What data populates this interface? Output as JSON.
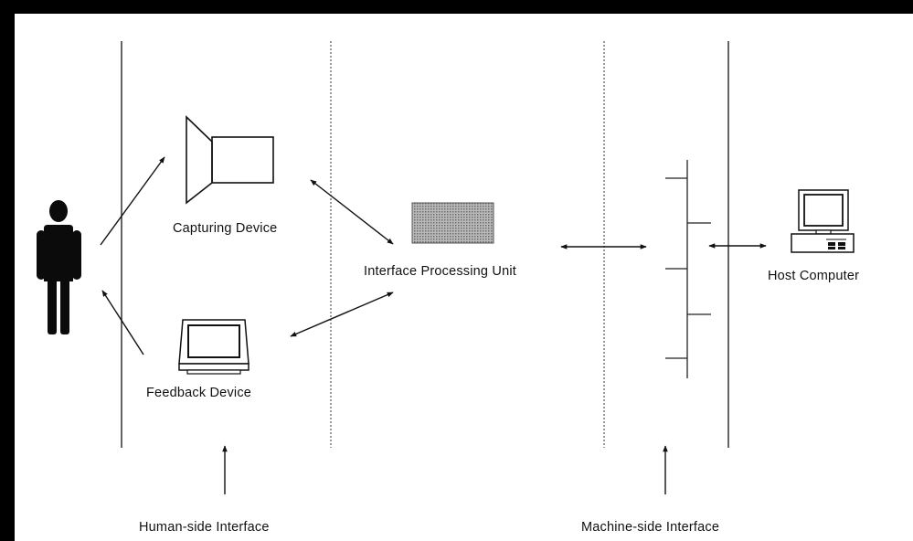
{
  "labels": {
    "capturing_device": "Capturing Device",
    "interface_processing_unit": "Interface Processing Unit",
    "feedback_device": "Feedback Device",
    "host_computer": "Host Computer",
    "human_side_interface": "Human-side Interface",
    "machine_side_interface": "Machine-side Interface"
  },
  "colors": {
    "frame": "#000000",
    "background": "#ffffff",
    "ink": "#111111",
    "processing_fill": "#9a9a9a"
  }
}
